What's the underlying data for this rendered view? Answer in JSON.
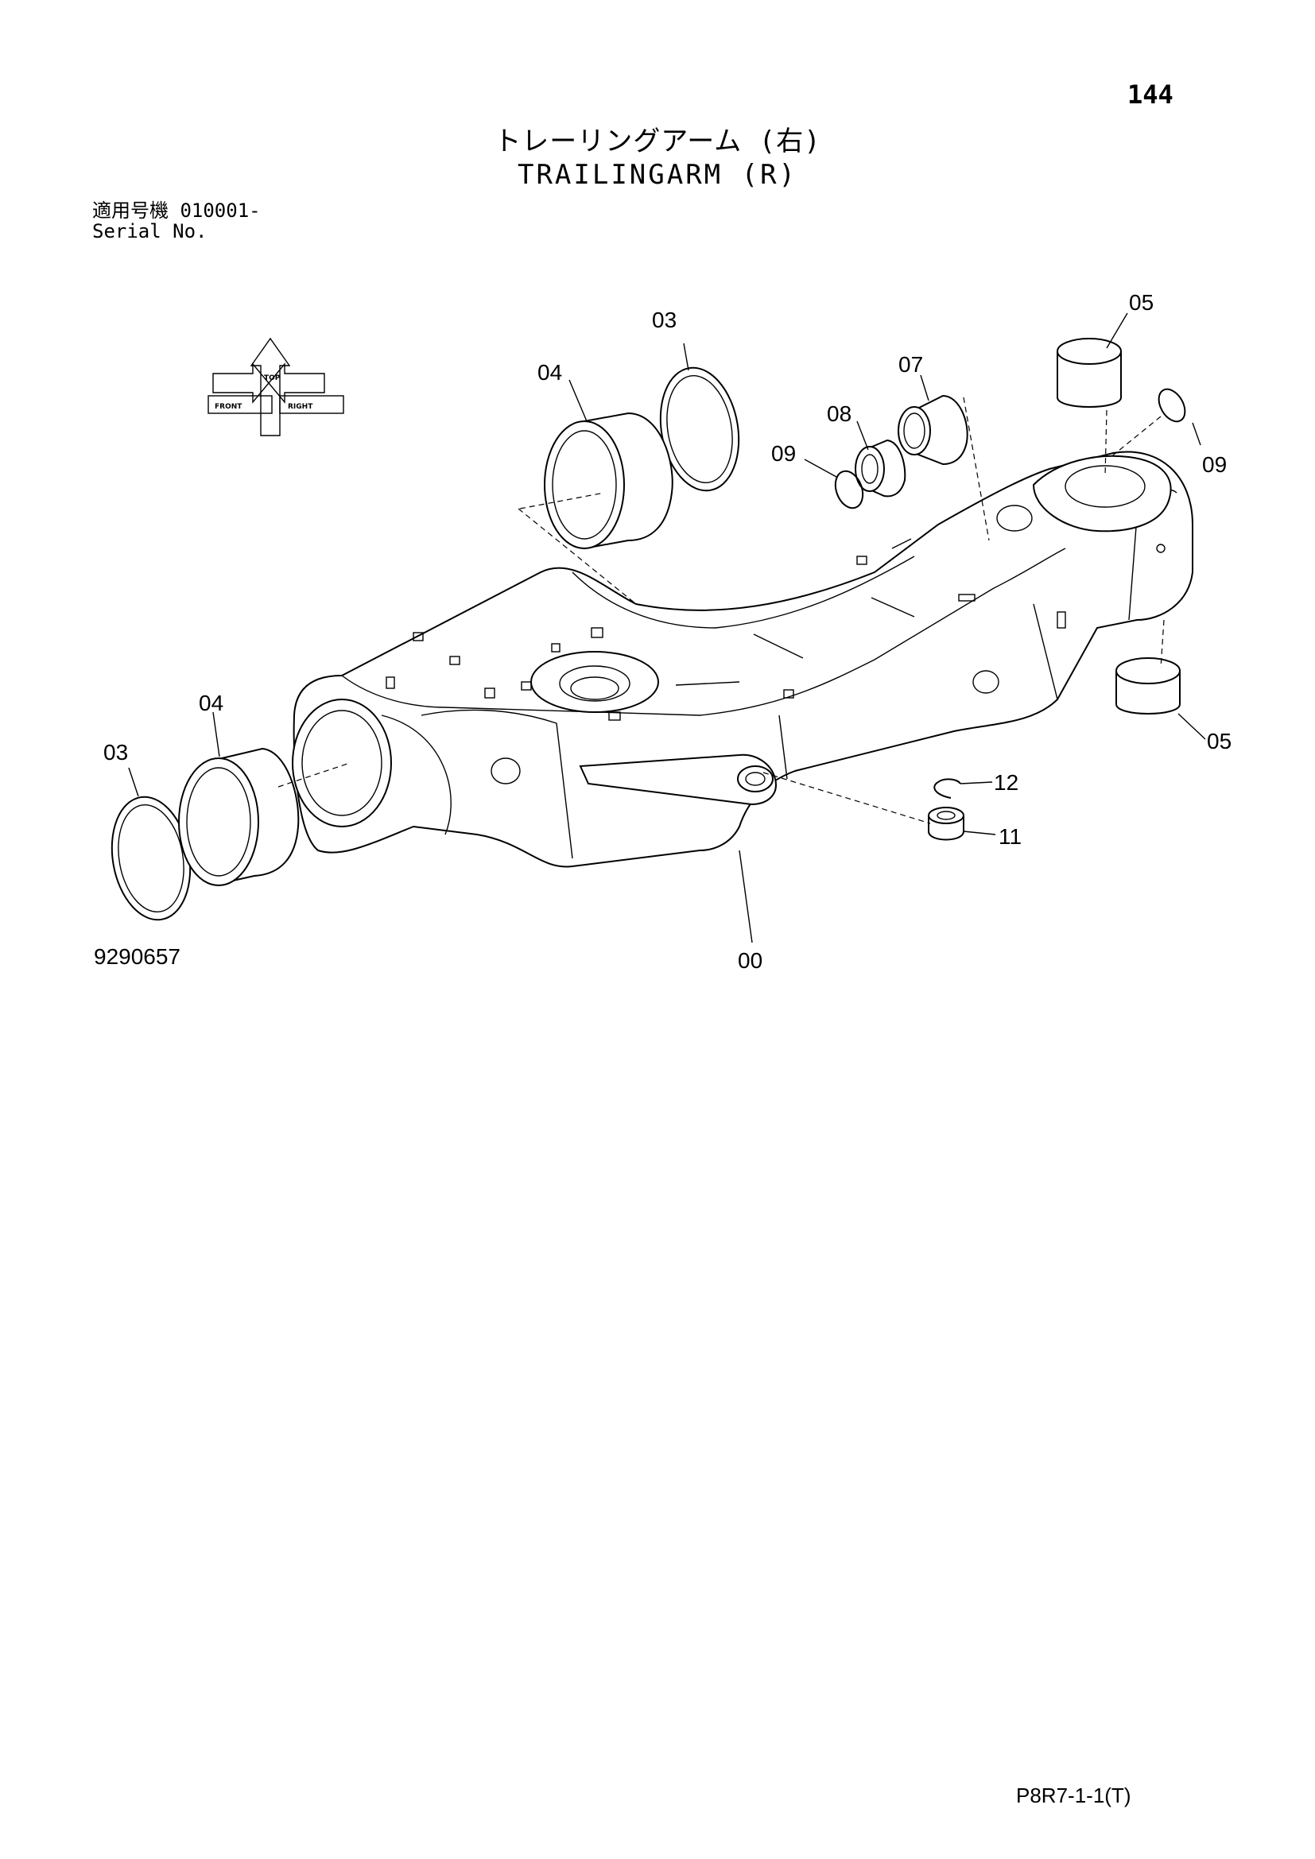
{
  "page_number": "144",
  "title": {
    "japanese": "トレーリングアーム (右)",
    "english": "TRAILINGARM (R)"
  },
  "serial": {
    "label_jp": "適用号機",
    "value": "010001-",
    "label_en": "Serial No."
  },
  "orientation_badge": {
    "front": "FRONT",
    "top": "TOP",
    "right": "RIGHT"
  },
  "callouts": {
    "c00": "00",
    "c03_top": "03",
    "c03_left": "03",
    "c04_top": "04",
    "c04_left": "04",
    "c05_top": "05",
    "c05_bottom": "05",
    "c07": "07",
    "c08": "08",
    "c09_left": "09",
    "c09_right": "09",
    "c11": "11",
    "c12": "12"
  },
  "drawing_number": "9290657",
  "footer_code": "P8R7-1-1(T)"
}
